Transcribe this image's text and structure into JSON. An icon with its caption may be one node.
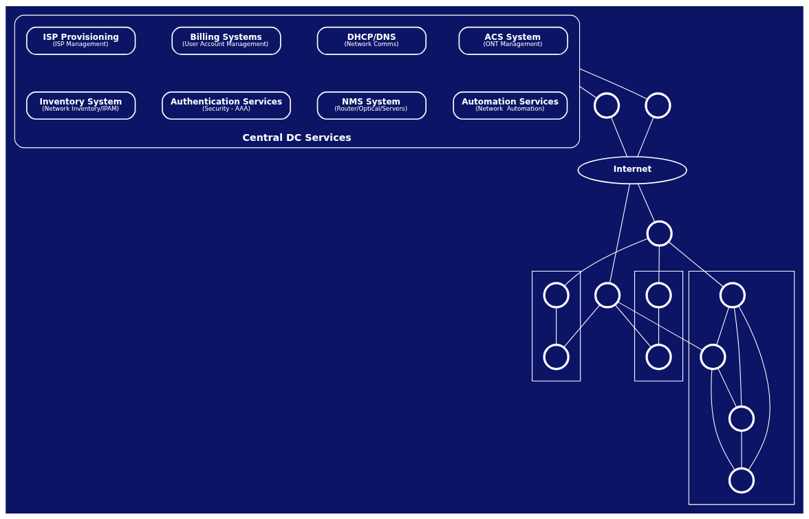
{
  "diagram": {
    "nodes": [
      {
        "text": [
          "Central DC Services"
        ]
      },
      {
        "text": [
          "ACS System",
          "(ONT Management)"
        ],
        "in": 0
      },
      {
        "text": [
          "DHCP/DNS",
          "(Network Comms)"
        ],
        "in": 0
      },
      {
        "text": [
          "Billing Systems",
          "(User Account Management)"
        ],
        "in": 0
      },
      {
        "text": [
          "ISP Provisioning",
          "(ISP Management)"
        ],
        "in": 0
      },
      {
        "text": [
          "Automation Services",
          "(Network  Automation)"
        ],
        "in": 0
      },
      {
        "text": [
          "NMS System",
          "(Router/Optical/Servers)"
        ],
        "in": 0
      },
      {
        "text": [
          "Authentication Services",
          "(Security - AAA)"
        ],
        "in": 0
      },
      {
        "text": [
          "Inventory System",
          "(Network Inventory/IPAM)"
        ],
        "in": 0
      },
      {
        "text": [],
        "shape": "circle"
      },
      {
        "text": [],
        "shape": "circle"
      },
      {
        "text": [
          "Internet"
        ]
      },
      {
        "text": [],
        "shape": "circle"
      },
      {
        "text": [],
        "shape": "circle"
      },
      {
        "text": [],
        "shape": "picture"
      },
      {
        "text": [],
        "shape": "circle",
        "in": 14
      },
      {
        "text": [],
        "shape": "circle",
        "in": 14
      },
      {
        "text": [],
        "shape": "picture"
      },
      {
        "text": [],
        "shape": "circle",
        "in": 17
      },
      {
        "text": [],
        "shape": "circle",
        "in": 17
      },
      {
        "text": [],
        "shape": "picture"
      },
      {
        "text": [],
        "shape": "circle",
        "in": 20
      },
      {
        "text": [],
        "shape": "circle",
        "in": 20
      },
      {
        "text": [],
        "shape": "circle",
        "in": 20
      },
      {
        "text": [],
        "shape": "circle",
        "in": 20
      }
    ],
    "edges": [
      {
        "from": 0,
        "to": 9,
        "arrow": "none"
      },
      {
        "from": 0,
        "to": 10,
        "arrow": "none"
      },
      {
        "from": 9,
        "to": 11,
        "arrow": "none"
      },
      {
        "from": 10,
        "to": 11,
        "arrow": "none"
      },
      {
        "from": 11,
        "to": 12,
        "arrow": "none"
      },
      {
        "from": 11,
        "to": 13,
        "arrow": "none"
      },
      {
        "from": 12,
        "to": 15,
        "arrow": "none"
      },
      {
        "from": 13,
        "to": 16,
        "arrow": "none"
      },
      {
        "from": 12,
        "to": 18,
        "arrow": "none"
      },
      {
        "from": 13,
        "to": 19,
        "arrow": "none"
      },
      {
        "from": 12,
        "to": 21,
        "arrow": "none"
      },
      {
        "from": 13,
        "to": 22,
        "arrow": "none"
      },
      {
        "from": 15,
        "to": 16,
        "arrow": "none"
      },
      {
        "from": 18,
        "to": 19,
        "arrow": "none"
      },
      {
        "from": 21,
        "to": 22,
        "arrow": "none"
      },
      {
        "from": 21,
        "to": 23,
        "arrow": "none"
      },
      {
        "from": 21,
        "to": 24,
        "arrow": "none"
      },
      {
        "from": 22,
        "to": 23,
        "arrow": "none"
      },
      {
        "from": 22,
        "to": 24,
        "arrow": "none"
      },
      {
        "from": 23,
        "to": 24,
        "arrow": "none"
      }
    ]
  }
}
